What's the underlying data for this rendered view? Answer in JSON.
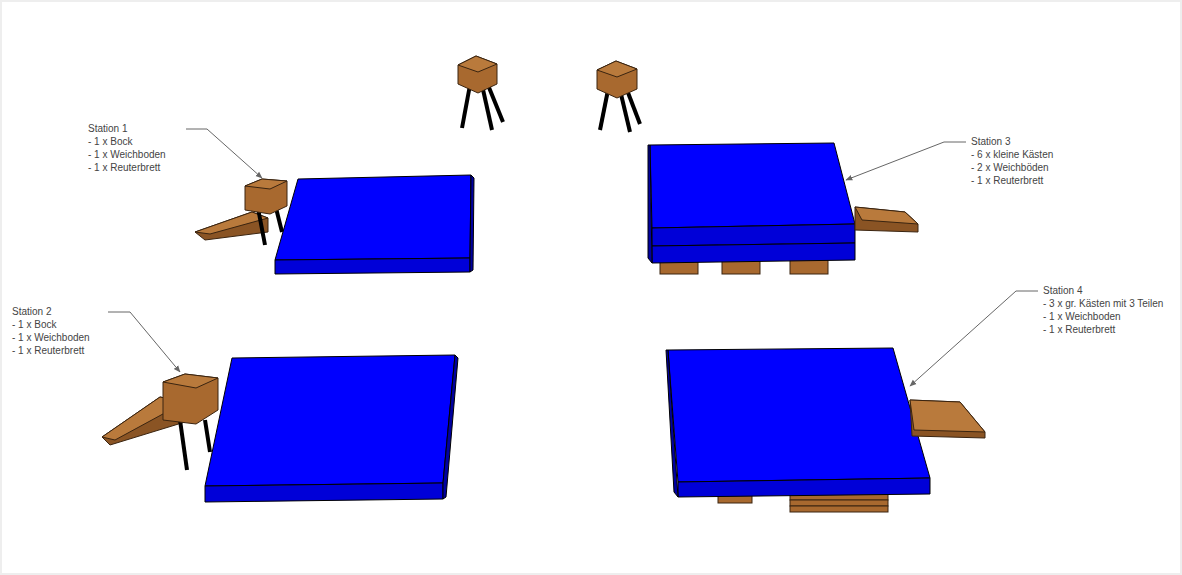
{
  "diagram": {
    "labels": [
      "Station 1",
      "- 1 x Bock",
      "- 1 x Weichboden",
      "- 1 x Reuterbrett",
      "Station 2",
      "- 1 x Bock",
      "- 1 x Weichboden",
      "- 1 x Reuterbrett",
      "Station 3",
      "- 6 x kleine Kästen",
      "- 2 x Weichböden",
      "- 1 x Reuterbrett",
      "Station 4",
      "- 3 x gr. Kästen mit 3 Teilen",
      "- 1 x Weichboden",
      "- 1 x Reuterbrett"
    ]
  }
}
